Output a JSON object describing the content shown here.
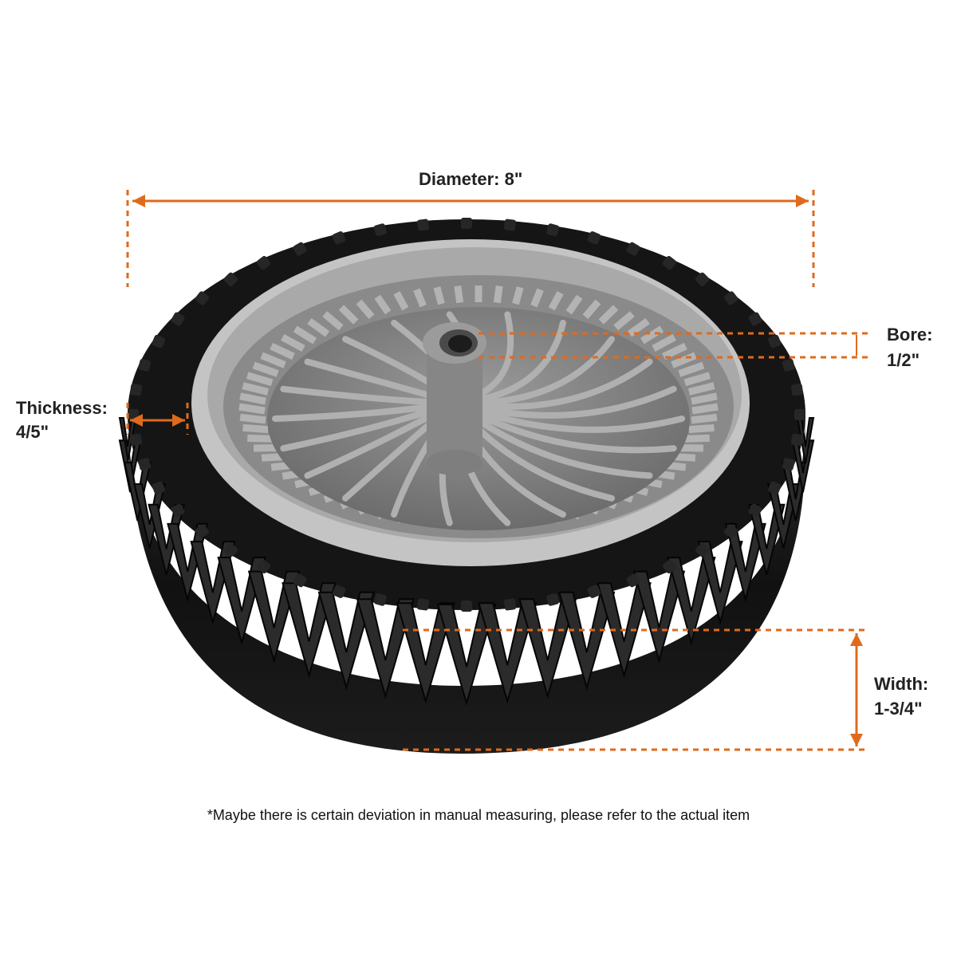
{
  "accent_color": "#e06a1c",
  "dimensions": {
    "diameter": {
      "label": "Diameter: 8\""
    },
    "bore": {
      "label": "Bore:",
      "value": "1/2\""
    },
    "thickness": {
      "label": "Thickness:",
      "value": "4/5\""
    },
    "width": {
      "label": "Width:",
      "value": "1-3/4\""
    }
  },
  "footnote": "*Maybe there is certain deviation in manual measuring, please refer to the actual item",
  "colors": {
    "tire": "#141414",
    "hub": "#8f8f8f",
    "rim": "#bdbdbd"
  }
}
